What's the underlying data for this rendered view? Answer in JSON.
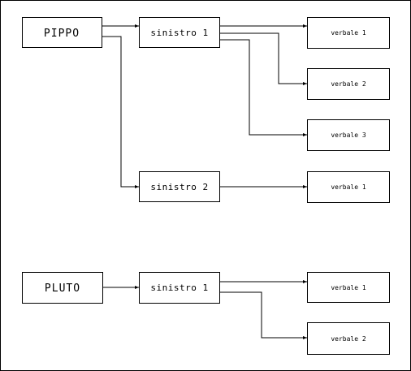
{
  "diagram": {
    "groups": [
      {
        "root": "PIPPO",
        "children": [
          {
            "label": "sinistro 1",
            "leaves": [
              "verbale 1",
              "verbale 2",
              "verbale 3"
            ]
          },
          {
            "label": "sinistro 2",
            "leaves": [
              "verbale 1"
            ]
          }
        ]
      },
      {
        "root": "PLUTO",
        "children": [
          {
            "label": "sinistro 1",
            "leaves": [
              "verbale 1",
              "verbale 2"
            ]
          }
        ]
      }
    ]
  }
}
